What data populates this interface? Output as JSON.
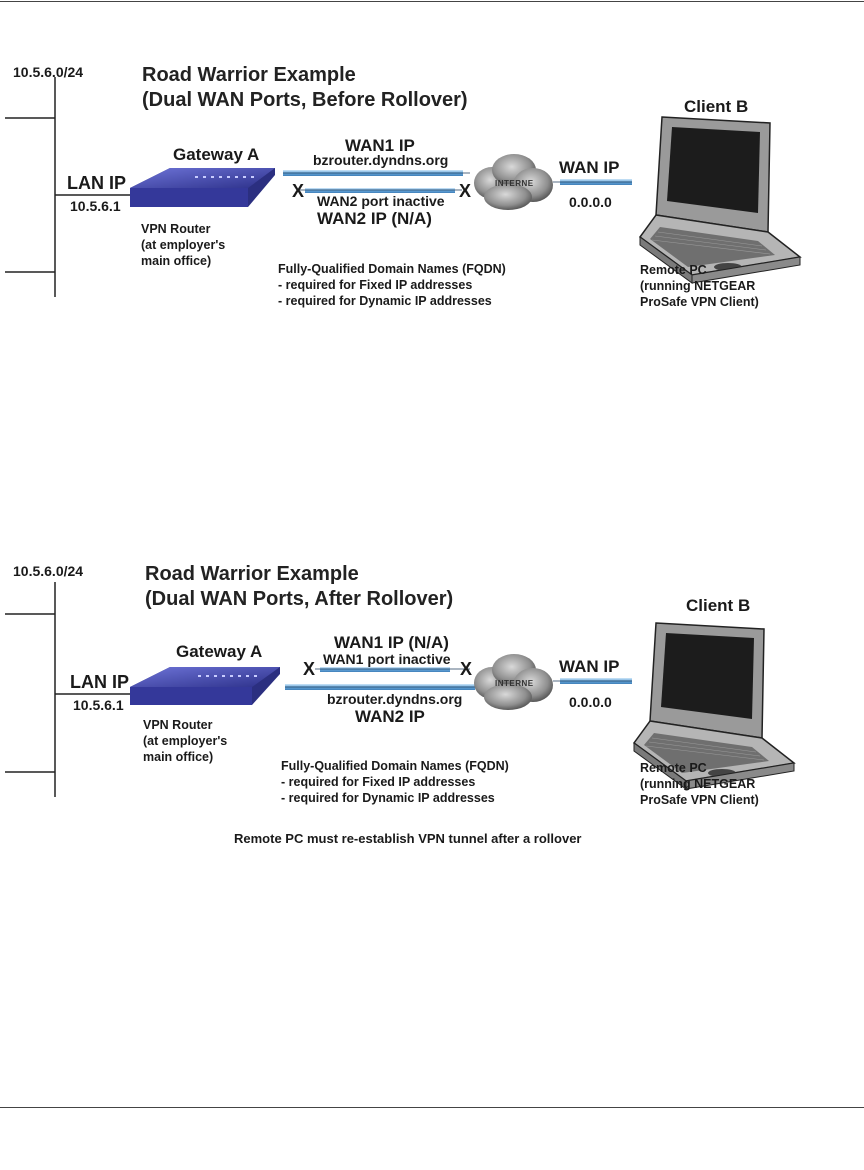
{
  "diagrams": [
    {
      "subnet": "10.5.6.0/24",
      "title_line1": "Road Warrior Example",
      "title_line2": "(Dual WAN Ports, Before Rollover)",
      "gateway_label": "Gateway A",
      "lan_ip_label": "LAN IP",
      "lan_ip_value": "10.5.6.1",
      "wan1_label": "WAN1 IP",
      "wan1_value": "bzrouter.dyndns.org",
      "wan2_status": "WAN2 port inactive",
      "wan2_label": "WAN2 IP (N/A)",
      "internet_label": "INTERNE",
      "client_wan_label": "WAN IP",
      "client_wan_value": "0.0.0.0",
      "client_label": "Client B",
      "router_desc": [
        "VPN Router",
        "(at employer's",
        "main office)"
      ],
      "fqdn_notes": [
        "Fully-Qualified Domain Names (FQDN)",
        "- required for Fixed IP addresses",
        "- required for Dynamic IP addresses"
      ],
      "client_desc": [
        "Remote PC",
        "(running NETGEAR",
        "ProSafe VPN Client)"
      ],
      "x_mark": "X",
      "footer_note": ""
    },
    {
      "subnet": "10.5.6.0/24",
      "title_line1": "Road Warrior Example",
      "title_line2": "(Dual WAN Ports, After Rollover)",
      "gateway_label": "Gateway A",
      "lan_ip_label": "LAN IP",
      "lan_ip_value": "10.5.6.1",
      "wan1_label": "WAN1 IP (N/A)",
      "wan1_status": "WAN1 port inactive",
      "wan2_value": "bzrouter.dyndns.org",
      "wan2_label": "WAN2 IP",
      "internet_label": "INTERNE",
      "client_wan_label": "WAN IP",
      "client_wan_value": "0.0.0.0",
      "client_label": "Client B",
      "router_desc": [
        "VPN Router",
        "(at employer's",
        "main office)"
      ],
      "fqdn_notes": [
        "Fully-Qualified Domain Names (FQDN)",
        "- required for Fixed IP addresses",
        "- required for Dynamic IP addresses"
      ],
      "client_desc": [
        "Remote PC",
        "(running NETGEAR",
        "ProSafe VPN Client)"
      ],
      "x_mark": "X",
      "footer_note": "Remote PC must re-establish VPN tunnel after a rollover"
    }
  ],
  "colors": {
    "router": "#3b3f9a",
    "wan_link": "#7ab8e6",
    "cloud": "#8a8a8a"
  }
}
